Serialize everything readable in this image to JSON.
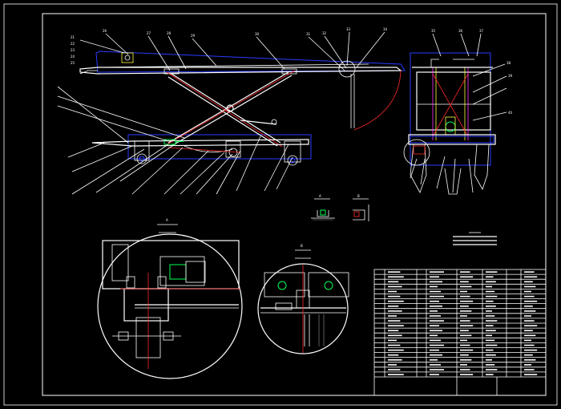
{
  "drawing": {
    "colors": {
      "background": "#000000",
      "outline": "#ffffff",
      "frame": "#2a3cff",
      "centerline": "#ff2a2a",
      "highlight": "#00ff55",
      "accent": "#ffff40",
      "detail": "#ff33ff"
    },
    "balloons": [
      "21",
      "22",
      "23",
      "24",
      "25",
      "26",
      "27",
      "28",
      "29",
      "30",
      "31",
      "32",
      "33",
      "34",
      "35",
      "36",
      "37",
      "38",
      "39",
      "40"
    ]
  },
  "views": {
    "section_a": {
      "label": "A"
    },
    "section_b": {
      "label": "B"
    },
    "detail_a": {
      "label": "A"
    },
    "detail_b": {
      "label": "B"
    }
  }
}
